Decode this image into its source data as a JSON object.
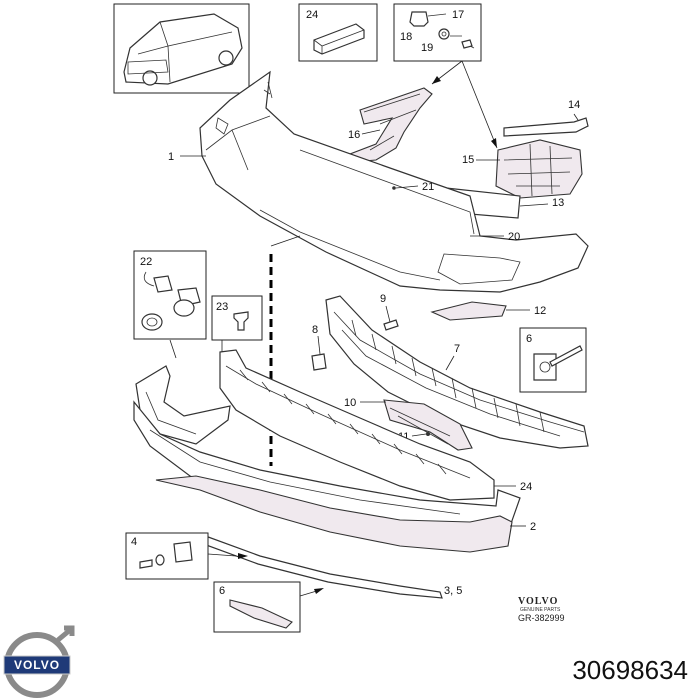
{
  "callouts": {
    "c1": "1",
    "c2": "2",
    "c35": "3, 5",
    "c4": "4",
    "c6a": "6",
    "c6b": "6",
    "c7": "7",
    "c8": "8",
    "c9": "9",
    "c10": "10",
    "c11": "11",
    "c12": "12",
    "c13": "13",
    "c14": "14",
    "c15": "15",
    "c16": "16",
    "c17": "17",
    "c18": "18",
    "c19": "19",
    "c20": "20",
    "c21": "21",
    "c22": "22",
    "c23": "23",
    "c24a": "24",
    "c24b": "24"
  },
  "brand": {
    "wordmark": "VOLVO",
    "subtitle": "GENUINE PARTS",
    "drawing_id": "GR-382999",
    "logo_text": "VOLVO"
  },
  "part_number": "30698634",
  "colors": {
    "line": "#333333",
    "part_fill": "#f0e9ee",
    "logo_blue": "#1f3a78"
  }
}
